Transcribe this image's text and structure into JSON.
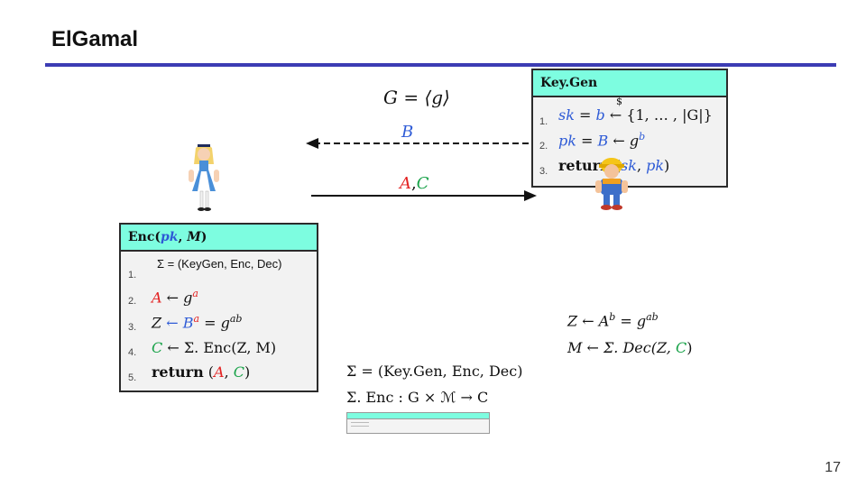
{
  "slide": {
    "title": "ElGamal",
    "page_number": "17",
    "group_def": "G = ⟨g⟩",
    "msg_to_alice": "B",
    "msg_to_bob_a": "A",
    "msg_to_bob_sep": ",",
    "msg_to_bob_c": "C"
  },
  "keygen": {
    "header": "Key.Gen",
    "dollar": "$",
    "lines": [
      {
        "num": "1.",
        "lhs": "sk",
        "eq": " = ",
        "var": "b",
        "rest": " ← {1, … , |G|}"
      },
      {
        "num": "2.",
        "lhs": "pk",
        "eq": " = ",
        "var": "B",
        "rest": " ← g",
        "sup": "b"
      },
      {
        "num": "3.",
        "kw": "return",
        "open": " (",
        "a": "sk",
        "comma": ", ",
        "b": "pk",
        "close": ")"
      }
    ]
  },
  "enc": {
    "header_prefix": "Enc(",
    "header_pk": "pk",
    "header_sep": ", ",
    "header_m": "M",
    "header_suffix": ")",
    "lines": [
      {
        "num": "1.",
        "text": "Σ = (KeyGen, Enc, Dec)"
      },
      {
        "num": "2.",
        "lhs": "A",
        "mid": " ← g",
        "sup": "a"
      },
      {
        "num": "3.",
        "lhs": "Z",
        "mid": " ← B",
        "sup": "a",
        "mid2": " = g",
        "sup2": "ab"
      },
      {
        "num": "4.",
        "lhs": "C",
        "mid": " ← Σ. Enc(Z, M)"
      },
      {
        "num": "5.",
        "kw": "return",
        "open": " (",
        "a": "A",
        "comma": ", ",
        "b": "C",
        "close": ")"
      }
    ]
  },
  "bob_compute": {
    "line1_pre": "Z ← A",
    "line1_sup": "b",
    "line1_mid": " = g",
    "line1_sup2": "ab",
    "line2_pre": "M ← Σ. Dec(Z, ",
    "line2_c": "C",
    "line2_post": ")"
  },
  "scheme": {
    "def": "Σ = (Key.Gen, Enc, Dec)",
    "enc_sig": "Σ. Enc : G × ℳ → C"
  },
  "colors": {
    "box_header": "#7dfde0",
    "title_rule": "#3c3cb4",
    "blue": "#2e5bd6",
    "red": "#e32222",
    "green": "#1aa34a"
  },
  "icons": {
    "alice": "alice-figure-icon",
    "bob": "bob-builder-figure-icon"
  }
}
